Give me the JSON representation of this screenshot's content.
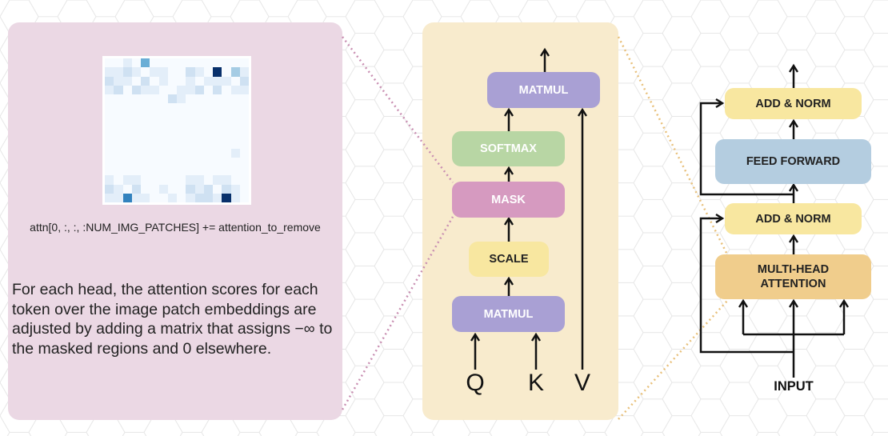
{
  "heatmap": {
    "rows": 16,
    "cols": 16,
    "palette": [
      "#f7fbff",
      "#e3eef9",
      "#cfe1f2",
      "#a5cce4",
      "#6aaed6",
      "#3282be",
      "#08306b"
    ]
  },
  "code_line": "attn[0, :, :, :NUM_IMG_PATCHES] += attention_to_remove",
  "caption": "For each head, the attention scores for each token over the image patch embeddings are adjusted by adding a matrix that assigns −∞ to the masked regions and 0 elsewhere.",
  "attention_block": {
    "matmul_top": "MATMUL",
    "softmax": "SOFTMAX",
    "mask": "MASK",
    "scale": "SCALE",
    "matmul_bottom": "MATMUL",
    "q": "Q",
    "k": "K",
    "v": "V"
  },
  "encoder_block": {
    "add_norm_top": "ADD & NORM",
    "feed_forward": "FEED FORWARD",
    "add_norm_bottom": "ADD & NORM",
    "multi_head": "MULTI-HEAD\nATTENTION",
    "input": "INPUT"
  },
  "colors": {
    "left_panel": "#ebd8e4",
    "middle_panel": "#f8ebcd",
    "matmul": "#a9a0d4",
    "softmax": "#b8d6a4",
    "mask": "#d69ac0",
    "scale": "#f8e7a0",
    "add_norm": "#f8e7a0",
    "feed_forward": "#b4cde0",
    "multi_head": "#f0cd8c"
  }
}
